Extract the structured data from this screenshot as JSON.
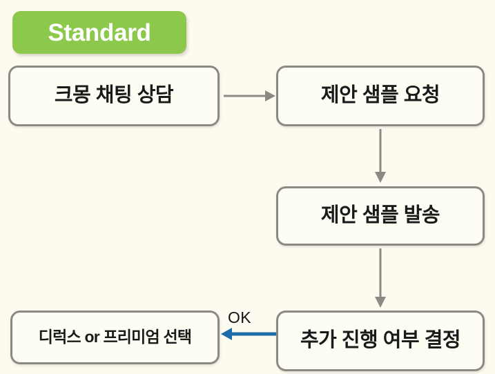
{
  "diagram": {
    "title_badge": {
      "label": "Standard",
      "bg_color": "#8CC84B",
      "text_color": "#FFFFFF"
    },
    "background_color": "#FDFBF0",
    "node_border_color": "#8A8A82",
    "node_fill_color": "#FEFDF4",
    "nodes": [
      {
        "id": "chat",
        "label": "크몽 채팅 상담"
      },
      {
        "id": "request",
        "label": "제안 샘플 요청"
      },
      {
        "id": "send",
        "label": "제안 샘플 발송"
      },
      {
        "id": "decide",
        "label": "추가 진행 여부 결정"
      },
      {
        "id": "select",
        "label": "디럭스 or 프리미엄 선택"
      }
    ],
    "connectors": [
      {
        "id": "chat-to-request",
        "from": "chat",
        "to": "request",
        "direction": "right",
        "color": "#8A8A82",
        "label": ""
      },
      {
        "id": "request-to-send",
        "from": "request",
        "to": "send",
        "direction": "down",
        "color": "#8A8A82",
        "label": ""
      },
      {
        "id": "send-to-decide",
        "from": "send",
        "to": "decide",
        "direction": "down",
        "color": "#8A8A82",
        "label": ""
      },
      {
        "id": "decide-to-select",
        "from": "decide",
        "to": "select",
        "direction": "left",
        "color": "#1B6CA8",
        "label": "OK"
      }
    ],
    "ok_label": "OK"
  }
}
